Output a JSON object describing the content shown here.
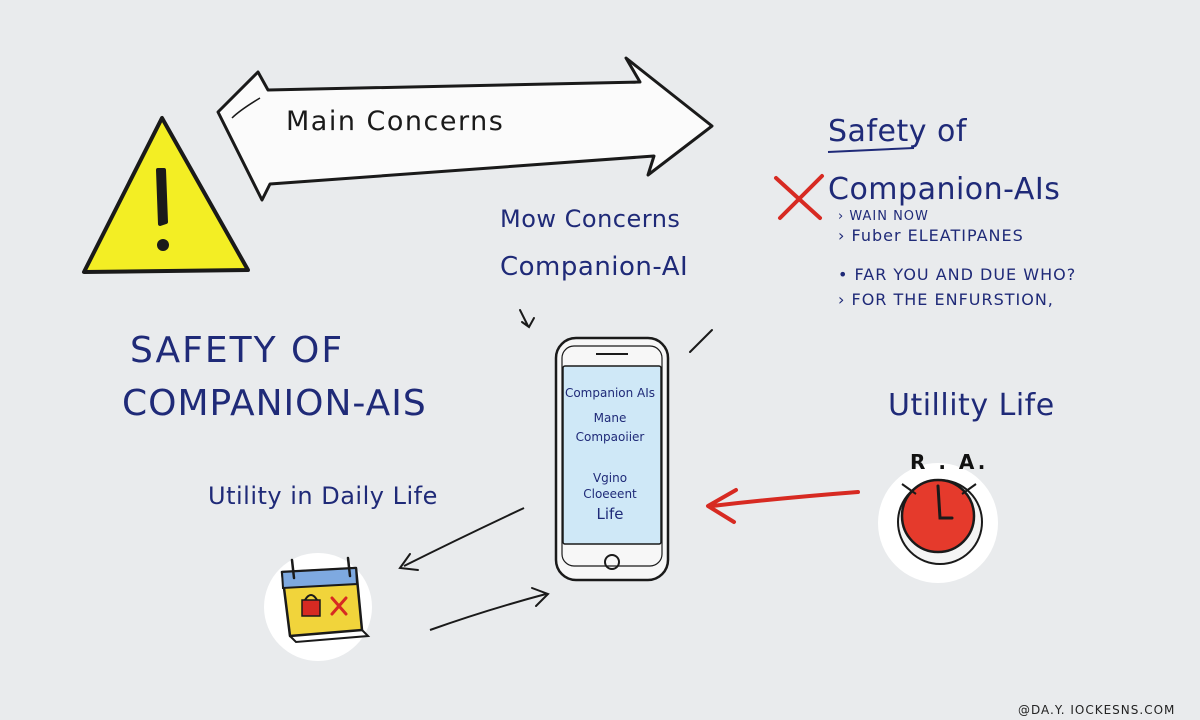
{
  "header_arrow": {
    "label": "Main Concerns"
  },
  "center": {
    "title_line1": "Mow Concerns",
    "title_line2": "Companion-AI"
  },
  "left": {
    "safety_line1": "SAFETY OF",
    "safety_line2": "COMPANION-AIS",
    "utility_label": "Utility in Daily Life"
  },
  "right": {
    "safety_line1": "Safety of",
    "safety_line2": "Companion-AIs",
    "bullets": [
      "WAIN NOW",
      "Fuber ELEATIPANES",
      "FAR YOU AND DUE WHO?",
      "FOR THE ENFURSTION,"
    ],
    "utility_label": "Utillity Life",
    "clock_label": "R . A."
  },
  "phone": {
    "screen_lines": [
      "Companion AIs",
      "Mane",
      "Compaoiier",
      "Vgino",
      "Cloeeent",
      "Life"
    ]
  },
  "watermark": "@DA.Y. IOCKESNS.COM",
  "colors": {
    "background": "#e9ebed",
    "ink": "#1f2a78",
    "warning_yellow": "#f3ee24",
    "alert_red": "#d72a22",
    "phone_screen": "#cfe8f7",
    "calendar_yellow": "#f1d43b"
  },
  "icons": {
    "warning": "warning-triangle-icon",
    "cross": "red-x-icon",
    "phone": "smartphone-icon",
    "clock": "stopwatch-icon",
    "calendar": "locked-calendar-icon"
  }
}
